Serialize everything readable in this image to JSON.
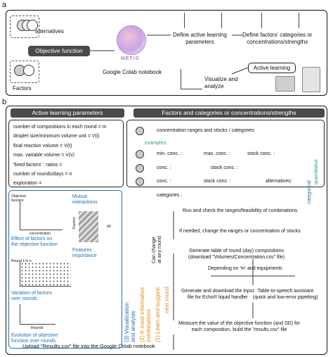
{
  "panel_a": {
    "label": "a",
    "alternatives": "alternatives",
    "objective": "Objective function",
    "factors": "Factors",
    "metis": "METIS",
    "colab": "Google Colab notebook",
    "define_al": "Define active learning\nparameters",
    "define_factors": "Define factors' categories or\nconcentrations/strengths",
    "active_learning": "Active learning",
    "visualize": "Visualize and\nanalyze"
  },
  "panel_b": {
    "label": "b",
    "al_params_title": "Active learning parameters",
    "factors_title": "Factors and categories or concentrations/strengths",
    "params": [
      "number of compositions in each round  =  m",
      "droplet size/minimum volume unit  =  V(i)",
      "final reaction volume  =  V(t)",
      "max. variable volume  =  V(v)",
      "'fixed factors' : ratios =",
      "number of rounds/days  =  n",
      "exploration ="
    ],
    "factor_rows": {
      "header": "concentration ranges and stocks / categories",
      "examples": "examples:",
      "min_conc": "min. conc. :",
      "max_conc": "max. conc. :",
      "stock_conc": "stock conc. :",
      "conc": "conc. :",
      "alternatives": "alternatives:",
      "categories": "categories :",
      "quantitative": "quantitative",
      "categorical": "categorical"
    },
    "viz": {
      "effect": "Effect of factors on\nthe objective function",
      "mutual": "Mutual\ninteractions",
      "importance": "Features\nimportance",
      "variation": "Variation of factors\nover rounds",
      "evolution": "Evolution of objective\nfunction over rounds",
      "objective_fn": "Objective\nfunction",
      "concentration": "concentration",
      "round_label": "Round 1 to n",
      "rounds": "Rounds",
      "factors": "Factors",
      "dp": "ΔF"
    },
    "cycle": {
      "step3": "(3) Visualization\nand analysis",
      "step2": "(2) K most informative\ncombinations",
      "step1": "(1) Learn and suggest",
      "next_round": "next round",
      "can_change": "Can change\nat any round",
      "run_check": "Run and check the ranges/feasibility of combinations",
      "if_needed": "If needed, change the ranges or concentration of stocks",
      "generate_table": "Generate table of round (day) compositions\n(download \"Volumes/Concentration.csv\" file)",
      "depending": "Depending on 'm' and equipments",
      "echo": "Generate and download the input\nfile for Echo® liquid handler",
      "tts": "Table-to-speech assistant\n(quick and low-error pipetting)",
      "measure": "Measure the value of the objective function (and SD) for\neach composition, build the \"results.csv\" file",
      "upload": "Upload \"Results.csv\" file into the Google Colab notebook"
    }
  },
  "colors": {
    "blue": "#1e6fb5",
    "orange": "#e08a1b",
    "green": "#2e9a8c",
    "header_bg": "#4a4a4a"
  }
}
